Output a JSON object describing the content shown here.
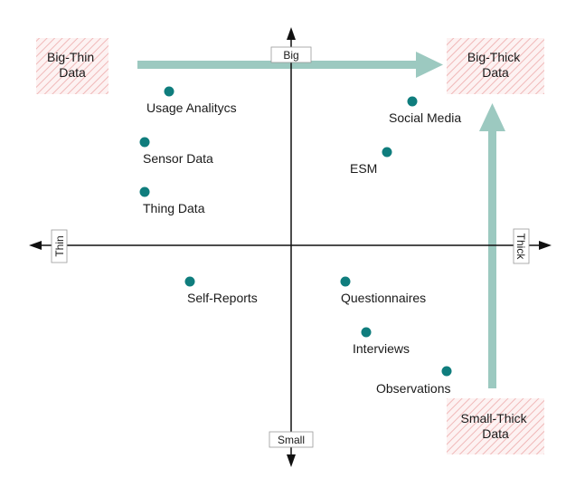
{
  "axes": {
    "top": "Big",
    "bottom": "Small",
    "left": "Thin",
    "right": "Thick"
  },
  "corner_boxes": {
    "big_thin": [
      "Big-Thin",
      "Data"
    ],
    "big_thick": [
      "Big-Thick",
      "Data"
    ],
    "small_thick": [
      "Small-Thick",
      "Data"
    ]
  },
  "points": [
    {
      "label": "Usage Analitycs"
    },
    {
      "label": "Sensor Data"
    },
    {
      "label": "Thing Data"
    },
    {
      "label": "Social Media"
    },
    {
      "label": "ESM"
    },
    {
      "label": "Self-Reports"
    },
    {
      "label": "Questionnaires"
    },
    {
      "label": "Interviews"
    },
    {
      "label": "Observations"
    }
  ],
  "colors": {
    "point": "#0f7d7d",
    "arrow": "#9cc9c0",
    "hatch": "#f0b8b8",
    "box_bg": "#fdf2f2",
    "axis": "#111111"
  }
}
